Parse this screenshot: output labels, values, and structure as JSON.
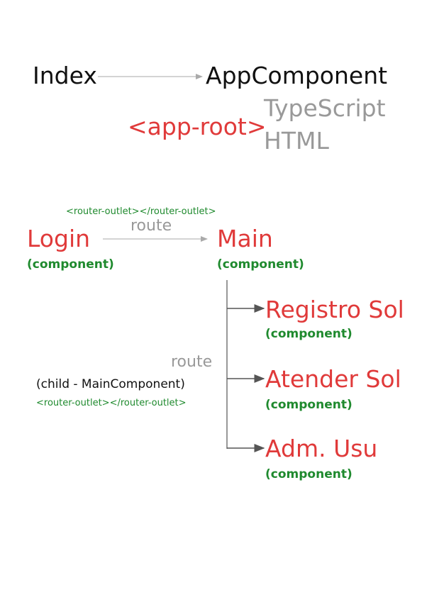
{
  "top": {
    "index": "Index",
    "app_component": "AppComponent",
    "app_root": "<app-root>",
    "typescript": "TypeScript",
    "html": "HTML"
  },
  "routing": {
    "outlet_top": "<router-outlet></router-outlet>",
    "route_label_top": "route",
    "login": "Login",
    "login_sub": "(component)",
    "main": "Main",
    "main_sub": "(component)",
    "route_label_child": "route",
    "child_label": "(child - MainComponent)",
    "outlet_child": "<router-outlet></router-outlet>",
    "children": [
      {
        "name": "Registro Sol",
        "sub": "(component)"
      },
      {
        "name": "Atender Sol",
        "sub": "(component)"
      },
      {
        "name": "Adm. Usu",
        "sub": "(component)"
      }
    ]
  },
  "colors": {
    "red": "#e03a3a",
    "green": "#1f8a2e",
    "gray": "#999999",
    "dark": "#111111"
  }
}
